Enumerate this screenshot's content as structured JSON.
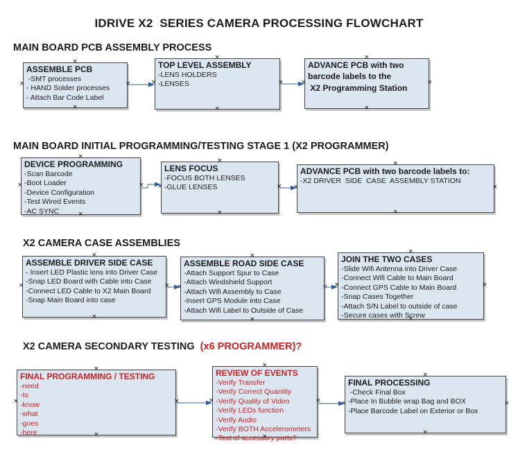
{
  "colors": {
    "box_fill": "#dce6f1",
    "box_border": "#424242",
    "arrow_line": "#7f94ad",
    "arrow_head": "#2f5c9e",
    "red": "#c52222",
    "text": "#1a1a1a"
  },
  "title": "IDRIVE X2  SERIES CAMERA PROCESSING FLOWCHART",
  "sections": [
    {
      "header": "MAIN BOARD PCB ASSEMBLY PROCESS",
      "header_suffix": "",
      "boxes": [
        {
          "id": "r1a",
          "name": "assemble-pcb",
          "title": "ASSEMBLE PCB",
          "text_color": "black",
          "bold_items": false,
          "items": [
            " -SMT processes",
            "- HAND Solder processes",
            "- Attach Bar Code Label"
          ]
        },
        {
          "id": "r1b",
          "name": "top-level-assembly",
          "title": "TOP LEVEL ASSEMBLY",
          "text_color": "black",
          "bold_items": false,
          "items": [
            "-LENS HOLDERS",
            "-LENSES"
          ]
        },
        {
          "id": "r1c",
          "name": "advance-pcb-to-programming-station",
          "title": "ADVANCE PCB with two",
          "text_color": "black",
          "bold_items": true,
          "items": [
            "barcode labels to the",
            " X2 Programming Station"
          ]
        }
      ]
    },
    {
      "header": "MAIN BOARD INITIAL PROGRAMMING/TESTING STAGE 1 (X2 PROGRAMMER)",
      "header_suffix": "",
      "boxes": [
        {
          "id": "r2a",
          "name": "device-programming",
          "title": "DEVICE PROGRAMMING",
          "text_color": "black",
          "bold_items": false,
          "items": [
            "-Scan Barcode",
            "-Boot Loader",
            "-Device Configuration",
            "-Test Wired Events",
            "-AC SYNC"
          ]
        },
        {
          "id": "r2b",
          "name": "lens-focus",
          "title": "LENS FOCUS",
          "text_color": "black",
          "bold_items": false,
          "items": [
            "-FOCUS BOTH LENSES",
            "-GLUE LENSES"
          ]
        },
        {
          "id": "r2c",
          "name": "advance-pcb-to-driver-side-case-station",
          "title": "ADVANCE PCB with two barcode labels to:",
          "text_color": "black",
          "bold_items": false,
          "items": [
            "-X2 DRIVER  SIDE  CASE  ASSEMBLY STATION"
          ]
        }
      ]
    },
    {
      "header": "X2 CAMERA CASE ASSEMBLIES",
      "header_suffix": "",
      "boxes": [
        {
          "id": "r3a",
          "name": "assemble-driver-side-case",
          "title": "ASSEMBLE DRIVER SIDE CASE",
          "text_color": "black",
          "bold_items": false,
          "items": [
            "- Insert LED Plastic lens into Driver Case",
            "-Snap LED Board with Cable into Case",
            "-Connect LED Cable to X2 Main Board",
            "-Snap Main Board into case"
          ]
        },
        {
          "id": "r3b",
          "name": "assemble-road-side-case",
          "title": "ASSEMBLE ROAD SIDE CASE",
          "text_color": "black",
          "bold_items": false,
          "items": [
            "-Attach Support Spur to Case",
            "-Attach Windshield Support",
            "-Attach Wifi Assembly to Case",
            "-Insert GPS Module into Case",
            "-Attach Wifi Label to Outside of Case"
          ]
        },
        {
          "id": "r3c",
          "name": "join-the-two-cases",
          "title": "JOIN THE TWO CASES",
          "text_color": "black",
          "bold_items": false,
          "items": [
            "-Slide Wifi Antenna into Driver Case",
            "-Connect Wifi Cable to Main Board",
            "-Connect GPS Cable to Main Board",
            "-Snap Cases Together",
            "-Attach S/N Label to outside of case",
            "-Secure cases with Screw"
          ]
        }
      ]
    },
    {
      "header": "X2 CAMERA SECONDARY TESTING  ",
      "header_suffix": "(x6 PROGRAMMER)?",
      "boxes": [
        {
          "id": "r4a",
          "name": "final-programming-testing",
          "title": "FINAL PROGRAMMING / TESTING",
          "text_color": "red",
          "bold_items": false,
          "items": [
            "-need",
            "-to",
            "-know",
            "-what",
            "-goes",
            "-here"
          ]
        },
        {
          "id": "r4b",
          "name": "review-of-events",
          "title": "REVIEW OF EVENTS",
          "text_color": "red",
          "bold_items": false,
          "items": [
            "-Verify Transfer",
            "-Verify Correct Quantity",
            "-Verify Quality of Video",
            "-Verify LEDs function",
            "-Verify Audio",
            "-Verify BOTH Accelerometers",
            "-Test of accessory ports?"
          ]
        },
        {
          "id": "r4c",
          "name": "final-processing",
          "title": "FINAL PROCESSING",
          "text_color": "black",
          "bold_items": false,
          "items": [
            " -Check Final Box",
            "-Place In Bubble wrap Bag and BOX",
            "-Place Barcode Label on Exterior or Box"
          ]
        }
      ]
    }
  ]
}
